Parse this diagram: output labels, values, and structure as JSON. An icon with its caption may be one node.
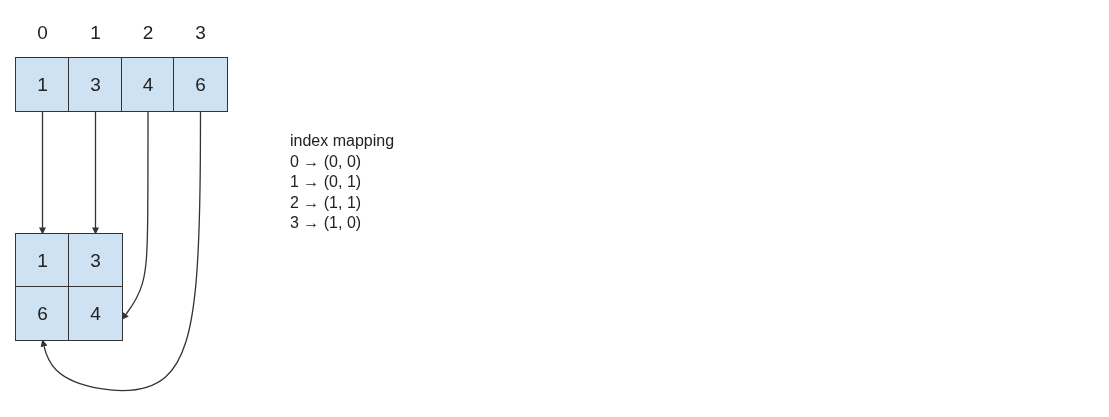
{
  "diagram": {
    "nodes": [
      {
        "text": [
          "1"
        ],
        "beside": [
          "0"
        ]
      },
      {
        "text": [
          "3"
        ],
        "beside": [
          "1"
        ]
      },
      {
        "text": [
          "4"
        ],
        "beside": [
          "2"
        ]
      },
      {
        "text": [
          "6"
        ],
        "beside": [
          "3"
        ]
      },
      {
        "text": [
          "1"
        ]
      },
      {
        "text": [
          "3"
        ]
      },
      {
        "text": [
          "6"
        ]
      },
      {
        "text": [
          "4"
        ]
      }
    ],
    "edges": [
      {
        "from": 0,
        "to": 4,
        "arrow": "to"
      },
      {
        "from": 1,
        "to": 5,
        "arrow": "to"
      },
      {
        "from": 2,
        "to": 7,
        "arrow": "to"
      },
      {
        "from": 3,
        "to": 6,
        "arrow": "to"
      }
    ],
    "labels": [
      "index mapping",
      "0 → (0, 0)",
      "1 → (0, 1)",
      "2 → (1, 1)",
      "3 → (1, 0)"
    ]
  }
}
